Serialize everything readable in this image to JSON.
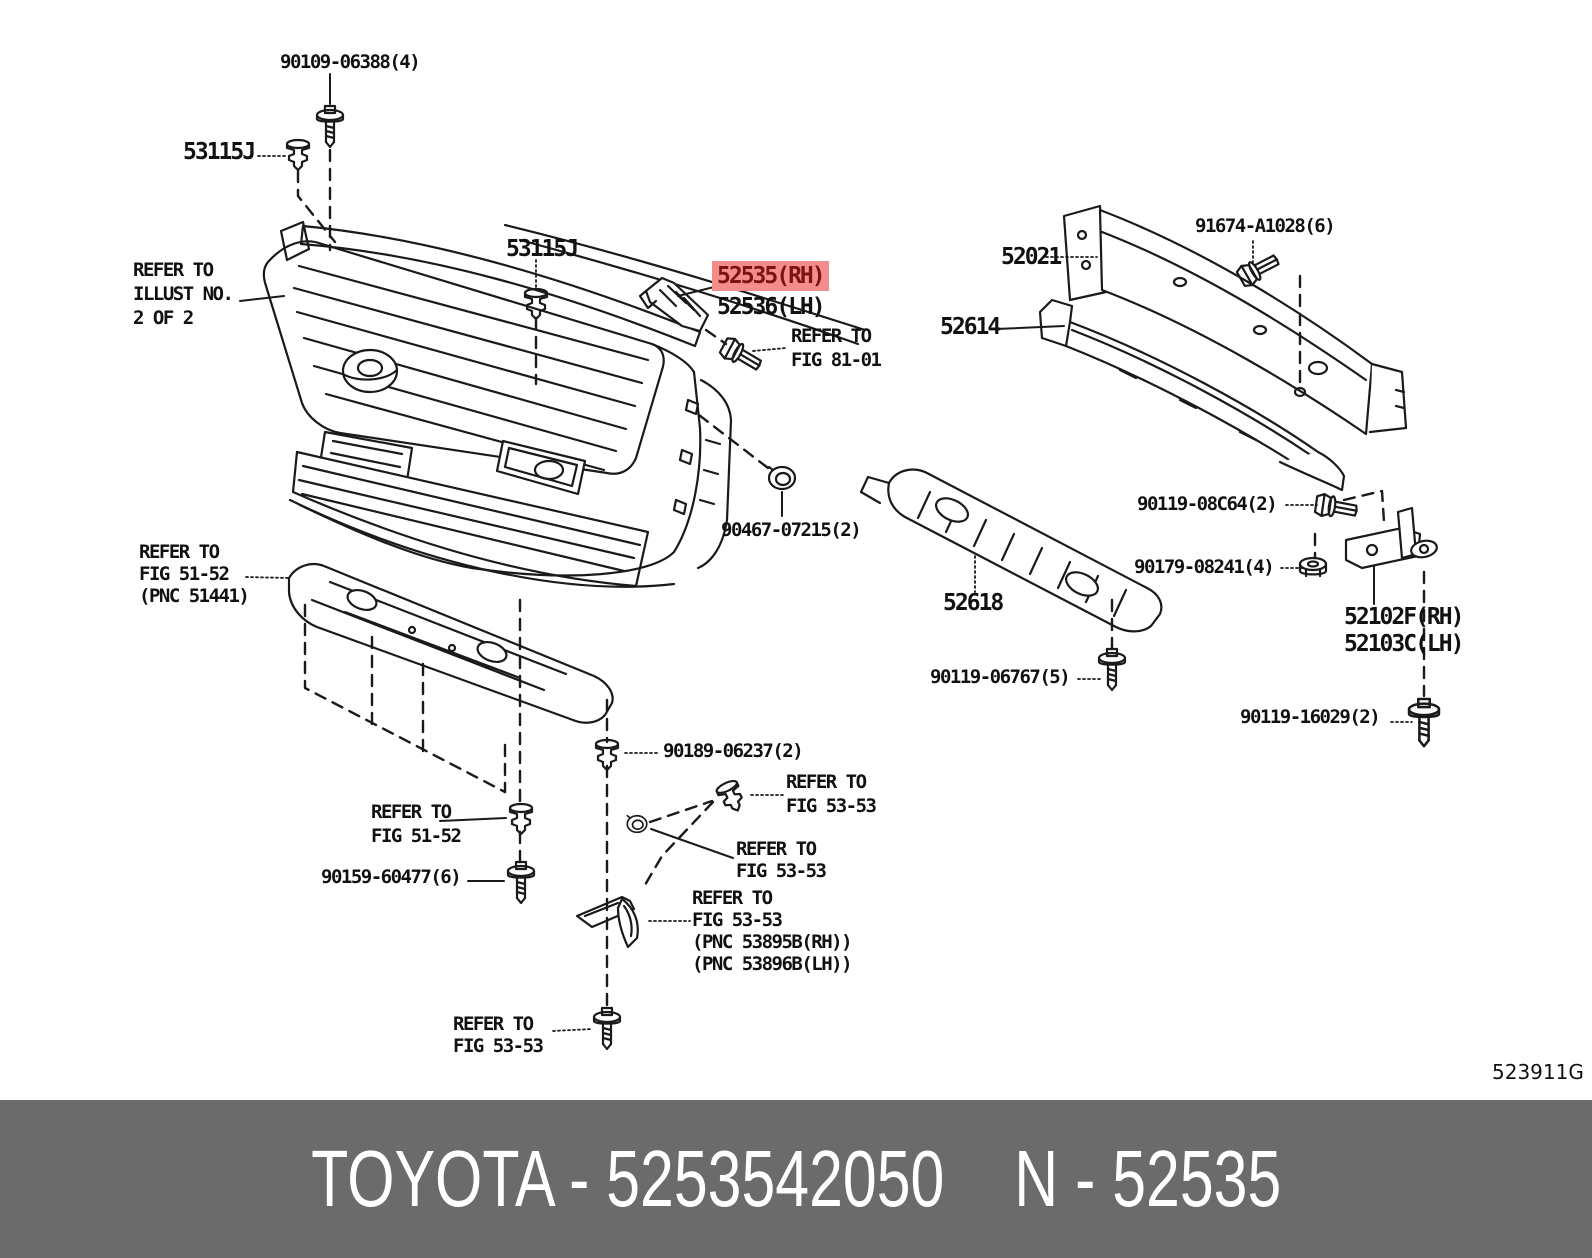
{
  "diagram": {
    "code": "523911G",
    "highlight": {
      "bg": "#f58c8c",
      "fg": "#7c1313"
    },
    "callouts": {
      "bolt_90109": "90109-06388(4)",
      "clip_53115j_left": "53115J",
      "clip_53115j_center": "53115J",
      "refer_illust": "REFER TO\nILLUST NO.\n2 OF 2",
      "part_52535_rh": "52535(RH)",
      "part_52536_lh": "52536(LH)",
      "refer_fig_81_01": "REFER TO\nFIG 81-01",
      "part_52021": "52021",
      "bolt_91674": "91674-A1028(6)",
      "part_52614": "52614",
      "bolt_90119_08c64": "90119-08C64(2)",
      "nut_90179_08241": "90179-08241(4)",
      "part_52102f_52103c": "52102F(RH)\n52103C(LH)",
      "bolt_90119_16029": "90119-16029(2)",
      "part_52618": "52618",
      "bolt_90119_06767": "90119-06767(5)",
      "clip_90467_07215": "90467-07215(2)",
      "refer_fig_51_52_pnc": "REFER TO\nFIG 51-52\n(PNC 51441)",
      "clip_90189_06237": "90189-06237(2)",
      "refer_fig_53_53_upper": "REFER TO\nFIG 53-53",
      "refer_fig_51_52": "REFER TO\nFIG 51-52",
      "refer_fig_53_53_mid": "REFER TO\nFIG 53-53",
      "screw_90159_60477": "90159-60477(6)",
      "refer_fig_53_53_pnc": "REFER TO\nFIG 53-53\n(PNC 53895B(RH))\n(PNC 53896B(LH))",
      "refer_fig_53_53_lower": "REFER TO\nFIG 53-53"
    }
  },
  "footer": {
    "bg": "#6b6b6b",
    "brand_part": "TOYOTA - 5253542050",
    "part_ref": "N - 52535"
  }
}
